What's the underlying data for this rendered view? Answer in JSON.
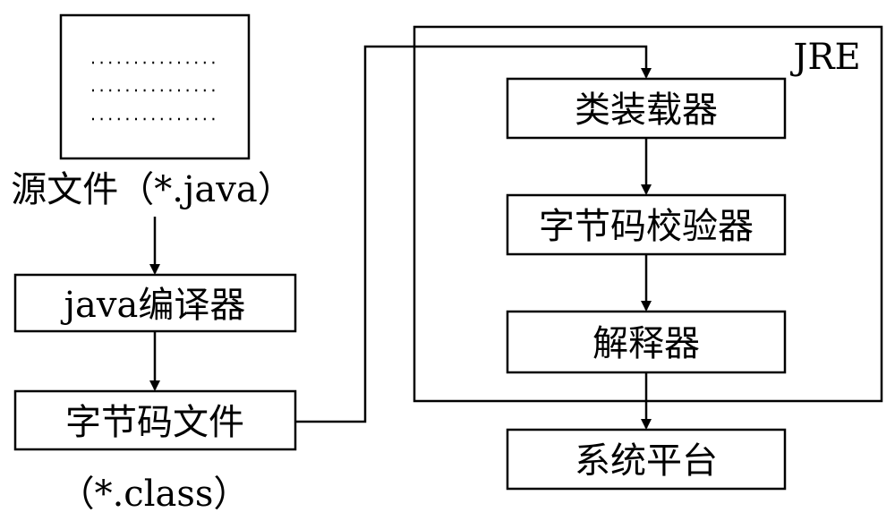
{
  "source_file": {
    "caption": "源文件（*.java）"
  },
  "compiler": {
    "label": "java编译器"
  },
  "bytecode_file": {
    "label": "字节码文件",
    "caption": "（*.class）"
  },
  "jre": {
    "title": "JRE",
    "class_loader": {
      "label": "类装载器"
    },
    "bytecode_verifier": {
      "label": "字节码校验器"
    },
    "interpreter": {
      "label": "解释器"
    }
  },
  "system_platform": {
    "label": "系统平台"
  }
}
